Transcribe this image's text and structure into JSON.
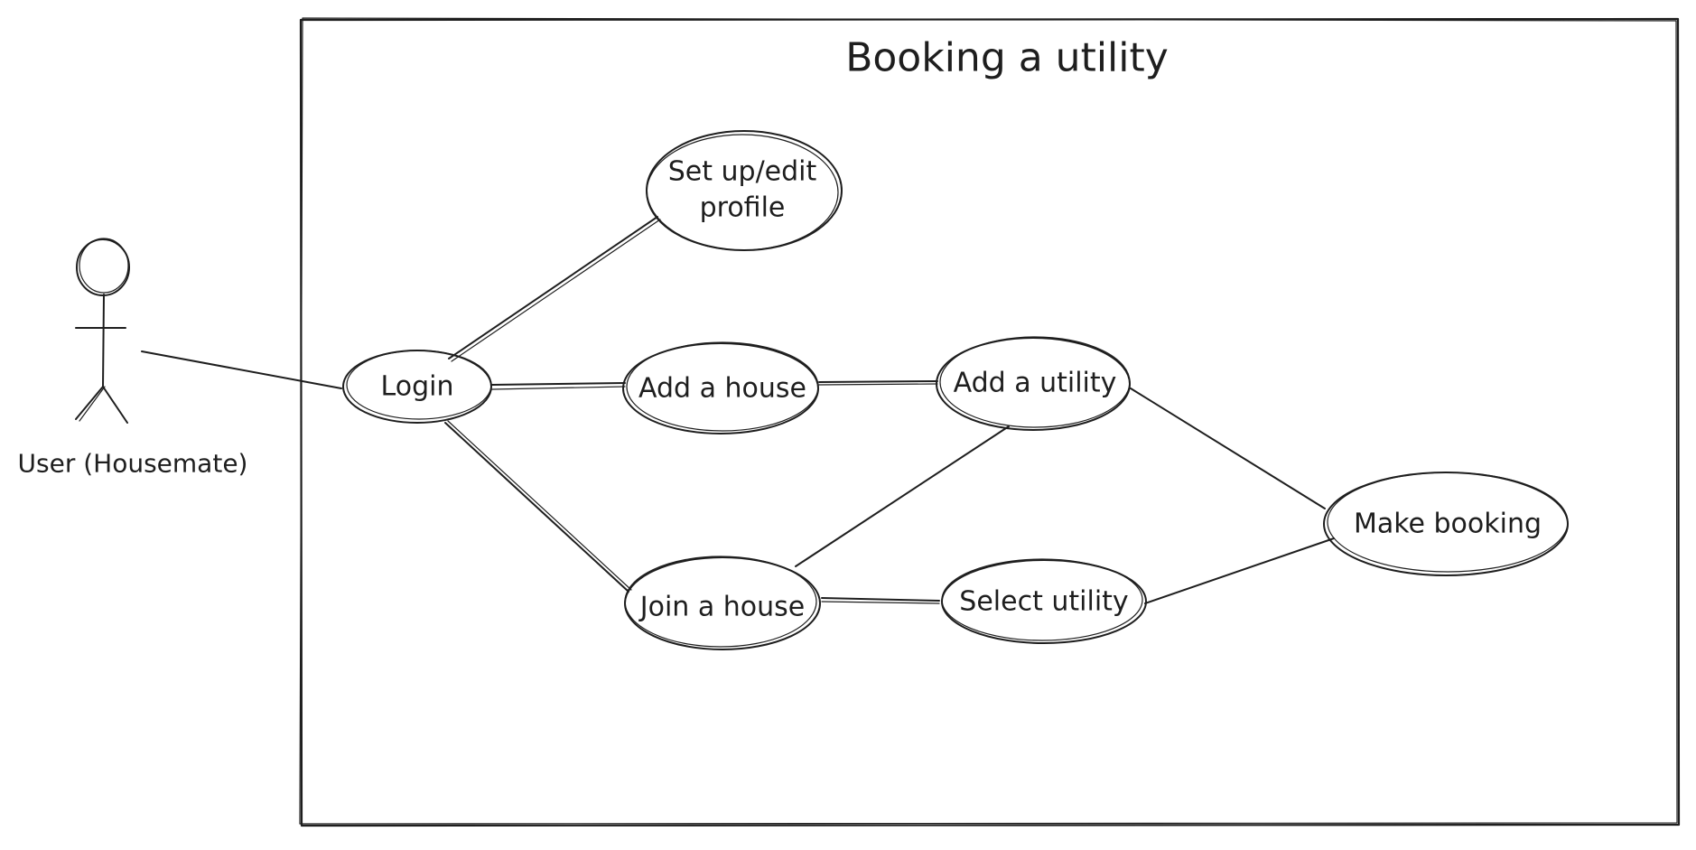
{
  "system": {
    "title": "Booking a utility"
  },
  "actor": {
    "label": "User (Housemate)"
  },
  "use_cases": {
    "login": "Login",
    "setup_profile_line1": "Set up/edit",
    "setup_profile_line2": "profile",
    "add_house": "Add a house",
    "add_utility": "Add a utility",
    "join_house": "Join a house",
    "select_utility": "Select utility",
    "make_booking": "Make booking"
  },
  "colors": {
    "stroke": "#1e1e1e",
    "background": "#ffffff"
  }
}
